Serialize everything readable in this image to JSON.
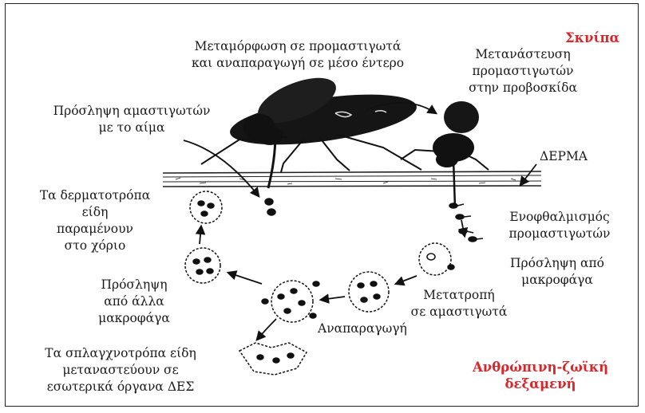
{
  "labels": {
    "mosquito": "Σκνίπα",
    "metamorphosis": [
      "Μεταμόρφωση σε προμαστιγωτά",
      "και αναπαραγωγή σε μέσο έντερο"
    ],
    "migration": [
      "Μετανάστευση",
      "προμαστιγωτών",
      "στην προβοσκίδα"
    ],
    "uptake_amastigotes": [
      "Πρόσληψη αμαστιγωτών",
      "με το αίμα"
    ],
    "skin": "ΔΕΡΜΑ",
    "dermatotropic": [
      "Τα δερματοτρόπα",
      "είδη",
      "παραμένουν",
      "στο χόριο"
    ],
    "inoculation": [
      "Ενοφθαλμισμός",
      "προμαστιγωτών"
    ],
    "uptake_macrophages": [
      "Πρόσληψη από",
      "μακροφάγα"
    ],
    "uptake_other": [
      "Πρόσληψη",
      "από άλλα",
      "μακροφάγα"
    ],
    "conversion": [
      "Μετατροπή",
      "σε αμαστιγωτά"
    ],
    "reproduction": "Αναπαραγωγή",
    "viscerotropic": [
      "Τα σπλαγχνοτρόπα είδη",
      "μεταναστεύουν σε",
      "εσωτερικά όργανα ΔΕΣ"
    ],
    "reservoir": [
      "Ανθρώπινη-ζωϊκή",
      "δεξαμενή"
    ]
  },
  "colors": {
    "title_red": "#d8262a",
    "ink": "#1a1a1a"
  }
}
